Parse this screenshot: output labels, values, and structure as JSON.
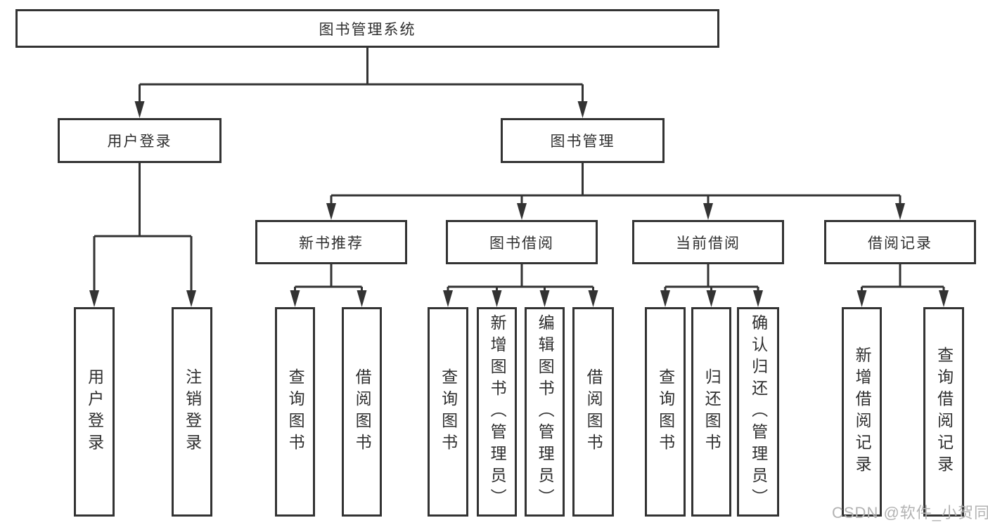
{
  "nodes": {
    "root": "图书管理系统",
    "level2": [
      "用户登录",
      "图书管理"
    ],
    "level3": [
      "新书推荐",
      "图书借阅",
      "当前借阅",
      "借阅记录"
    ],
    "leaves": [
      "用户登录",
      "注销登录",
      "查询图书",
      "借阅图书",
      "查询图书",
      "新增图书（管理员）",
      "编辑图书（管理员）",
      "借阅图书",
      "查询图书",
      "归还图书",
      "确认归还（管理员）",
      "新增借阅记录",
      "查询借阅记录"
    ]
  },
  "watermark": "CSDN @软件_小贺同学",
  "colors": {
    "line": "#333333",
    "text": "#2f2f2f",
    "watermark": "#b3b3b3",
    "background": "#ffffff"
  }
}
